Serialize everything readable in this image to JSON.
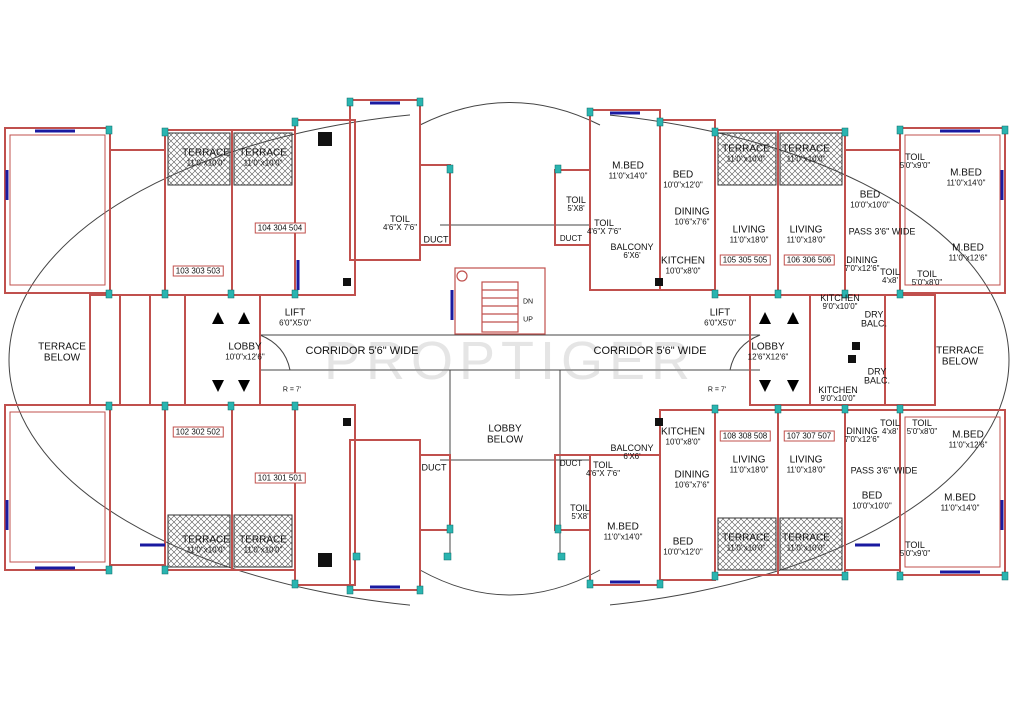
{
  "watermark": "PROPTIGER",
  "labels": {
    "terrace_tl1": {
      "name": "TERRACE",
      "dim": "11'0\"x10'0\""
    },
    "terrace_tl2": {
      "name": "TERRACE",
      "dim": "11'0\"x10'0\""
    },
    "terrace_bl1": {
      "name": "TERRACE",
      "dim": "11'0\"x10'0\""
    },
    "terrace_bl2": {
      "name": "TERRACE",
      "dim": "11'0\"x10'0\""
    },
    "terrace_tr1": {
      "name": "TERRACE",
      "dim": "11'0\"x10'0\""
    },
    "terrace_tr2": {
      "name": "TERRACE",
      "dim": "11'0\"x10'0\""
    },
    "terrace_br1": {
      "name": "TERRACE",
      "dim": "11'0\"x10'0\""
    },
    "terrace_br2": {
      "name": "TERRACE",
      "dim": "11'0\"x10'0\""
    },
    "terrace_left": {
      "name": "TERRACE",
      "dim": "BELOW"
    },
    "terrace_right": {
      "name": "TERRACE",
      "dim": "BELOW"
    },
    "lobby_left": {
      "name": "LOBBY",
      "dim": "10'0\"x12'6\""
    },
    "lobby_right": {
      "name": "LOBBY",
      "dim": "12'6\"X12'6\""
    },
    "lobby_below": {
      "name": "LOBBY",
      "dim": "BELOW"
    },
    "lift_left": {
      "name": "LIFT",
      "dim": "6'0\"X5'0\""
    },
    "lift_right": {
      "name": "LIFT",
      "dim": "6'0\"X5'0\""
    },
    "corridor_left": "CORRIDOR 5'6\" WIDE",
    "corridor_right": "CORRIDOR 5'6\" WIDE",
    "duct_top": "DUCT",
    "duct_bottom": "DUCT",
    "duct_r_top": "DUCT",
    "duct_r_bottom": "DUCT",
    "toil_top": {
      "name": "TOIL",
      "dim": "4'6\"X\n7'6\""
    },
    "toil_r1": {
      "name": "TOIL",
      "dim": "5'X8'"
    },
    "toil_r2": {
      "name": "TOIL",
      "dim": "4'6\"X\n7'6\""
    },
    "toil_r3": {
      "name": "TOIL",
      "dim": "5'X8'"
    },
    "toil_r4": {
      "name": "TOIL",
      "dim": "4'6\"X\n7'6\""
    },
    "balcony_r1": {
      "name": "BALCONY",
      "dim": "6'X6'"
    },
    "balcony_r2": {
      "name": "BALCONY",
      "dim": "6'X6'"
    },
    "mbed_r1": {
      "name": "M.BED",
      "dim": "11'0\"x14'0\""
    },
    "mbed_r2": {
      "name": "M.BED",
      "dim": "11'0\"x14'0\""
    },
    "bed_r1": {
      "name": "BED",
      "dim": "10'0\"x12'0\""
    },
    "bed_r2": {
      "name": "BED",
      "dim": "10'0\"x12'0\""
    },
    "dining_r1": {
      "name": "DINING",
      "dim": "10'6\"x7'6\""
    },
    "dining_r2": {
      "name": "DINING",
      "dim": "10'6\"x7'6\""
    },
    "living_r1": {
      "name": "LIVING",
      "dim": "11'0\"x18'0\""
    },
    "living_r2": {
      "name": "LIVING",
      "dim": "11'0\"x18'0\""
    },
    "living_r3": {
      "name": "LIVING",
      "dim": "11'0\"x18'0\""
    },
    "living_r4": {
      "name": "LIVING",
      "dim": "11'0\"x18'0\""
    },
    "kitchen_r1": {
      "name": "KITCHEN",
      "dim": "10'0\"x8'0\""
    },
    "kitchen_r2": {
      "name": "KITCHEN",
      "dim": "10'0\"x8'0\""
    },
    "kitchen_r3": {
      "name": "KITCHEN",
      "dim": "9'0\"x10'0\""
    },
    "kitchen_r4": {
      "name": "KITCHEN",
      "dim": "9'0\"x10'0\""
    },
    "bed_rr1": {
      "name": "BED",
      "dim": "10'0\"x10'0\""
    },
    "bed_rr2": {
      "name": "BED",
      "dim": "10'0\"x10'0\""
    },
    "dining_rr1": {
      "name": "DINING",
      "dim": "7'0\"x12'6\""
    },
    "dining_rr2": {
      "name": "DINING",
      "dim": "7'0\"x12'6\""
    },
    "pass_1": "PASS 3'6\" WIDE",
    "pass_2": "PASS 3'6\" WIDE",
    "mbed_rr1": {
      "name": "M.BED",
      "dim": "11'0\"x14'0\""
    },
    "mbed_rr2": {
      "name": "M.BED",
      "dim": "11'0\"x12'6\""
    },
    "mbed_rr3": {
      "name": "M.BED",
      "dim": "11'0\"x12'6\""
    },
    "mbed_rr4": {
      "name": "M.BED",
      "dim": "11'0\"x14'0\""
    },
    "toil_rr1": {
      "name": "TOIL",
      "dim": "5'0\"x9'0\""
    },
    "toil_rr2": {
      "name": "TOIL",
      "dim": "4'x8'"
    },
    "toil_rr3": {
      "name": "TOIL",
      "dim": "5'0\"x8'0\""
    },
    "toil_rr4": {
      "name": "TOIL",
      "dim": "4'x8'"
    },
    "toil_rr5": {
      "name": "TOIL",
      "dim": "5'0\"x8'0\""
    },
    "toil_rr6": {
      "name": "TOIL",
      "dim": "5'0\"x9'0\""
    },
    "dry_balc_1": {
      "name": "DRY",
      "dim": "BALC."
    },
    "dry_balc_2": {
      "name": "DRY",
      "dim": "BALC."
    },
    "stair_dn": "DN",
    "stair_up": "UP",
    "radius_l": "R = 7'",
    "radius_r": "R = 7'"
  },
  "unit_numbers": {
    "u104": "104 304 504",
    "u103": "103 303 503",
    "u102": "102 302 502",
    "u101": "101 301 501",
    "u105": "105 305 505",
    "u106": "106 306 506",
    "u108": "108 308 508",
    "u107": "107 307 507"
  },
  "colors": {
    "wall": "#c0504d",
    "window": "#1a1aa0",
    "column": "#2ab4b0",
    "terrace_fill": "#dcdcdc"
  }
}
